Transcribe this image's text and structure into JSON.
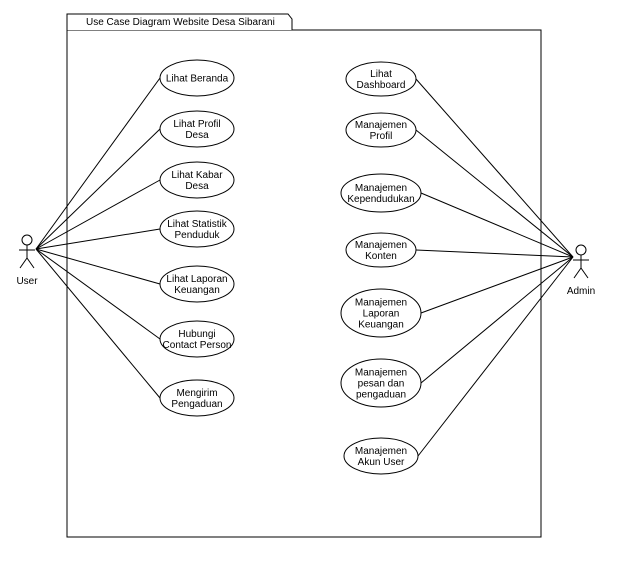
{
  "diagram": {
    "title": "Use Case Diagram Website Desa Sibarani",
    "actors": {
      "user": "User",
      "admin": "Admin"
    },
    "user_cases": [
      [
        "Lihat Beranda"
      ],
      [
        "Lihat Profil",
        "Desa"
      ],
      [
        "Lihat Kabar",
        "Desa"
      ],
      [
        "Lihat Statistik",
        "Penduduk"
      ],
      [
        "Lihat Laporan",
        "Keuangan"
      ],
      [
        "Hubungi",
        "Contact Person"
      ],
      [
        "Mengirim",
        "Pengaduan"
      ]
    ],
    "admin_cases": [
      [
        "Lihat",
        "Dashboard"
      ],
      [
        "Manajemen",
        "Profil"
      ],
      [
        "Manajemen",
        "Kependudukan"
      ],
      [
        "Manajemen",
        "Konten"
      ],
      [
        "Manajemen",
        "Laporan",
        "Keuangan"
      ],
      [
        "Manajemen",
        "pesan dan",
        "pengaduan"
      ],
      [
        "Manajemen",
        "Akun User"
      ]
    ]
  }
}
